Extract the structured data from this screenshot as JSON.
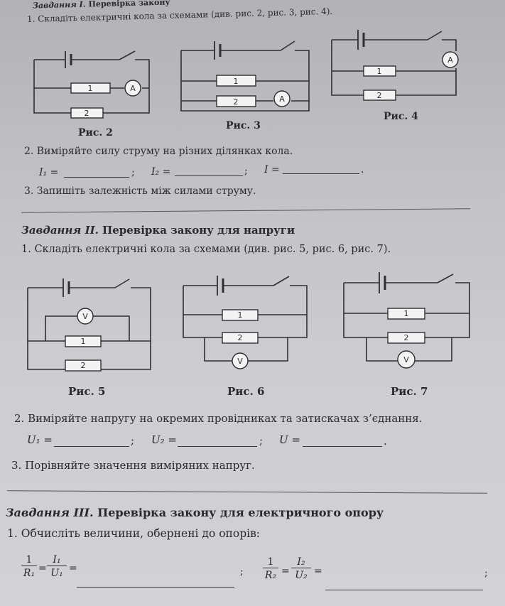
{
  "task1": {
    "title_bold": "Завдання I.",
    "title_rest": " Перевірка закону",
    "q1": "1.  Складіть електричні кола за схемами (див. рис. 2, рис. 3, рис. 4).",
    "captions": [
      "Рис. 2",
      "Рис. 3",
      "Рис. 4"
    ],
    "q2": "2.  Виміряйте силу струму на різних ділянках кола.",
    "i1": "I₁ =",
    "i2": "I₂ =",
    "i": "I =",
    "sep": ";",
    "end": ".",
    "q3": "3.  Запишіть залежність між силами струму."
  },
  "task2": {
    "title_bold": "Завдання II.",
    "title_rest": " Перевірка закону для напруги",
    "q1": "1.  Складіть електричні кола за схемами (див. рис. 5, рис. 6, рис. 7).",
    "captions": [
      "Рис. 5",
      "Рис. 6",
      "Рис. 7"
    ],
    "q2": "2.  Виміряйте напругу на окремих провідниках та затискачах з’єднання.",
    "u1": "U₁ =",
    "u2": "U₂ =",
    "u": "U =",
    "sep": ";",
    "end": ".",
    "q3": "3.  Порівняйте значення виміряних напруг."
  },
  "task3": {
    "title_bold": "Завдання III.",
    "title_rest": " Перевірка закону для електричного опору",
    "q1": "1.  Обчисліть величини, обернені до опорів:",
    "f1": {
      "num1": "1",
      "den1": "R₁",
      "num2": "I₁",
      "den2": "U₁"
    },
    "f2": {
      "num1": "1",
      "den1": "R₂",
      "num2": "I₂",
      "den2": "U₂"
    },
    "eq": "=",
    "sep": ";"
  },
  "labels": {
    "r1": "1",
    "r2": "2",
    "ammeter": "A",
    "voltmeter": "V"
  }
}
